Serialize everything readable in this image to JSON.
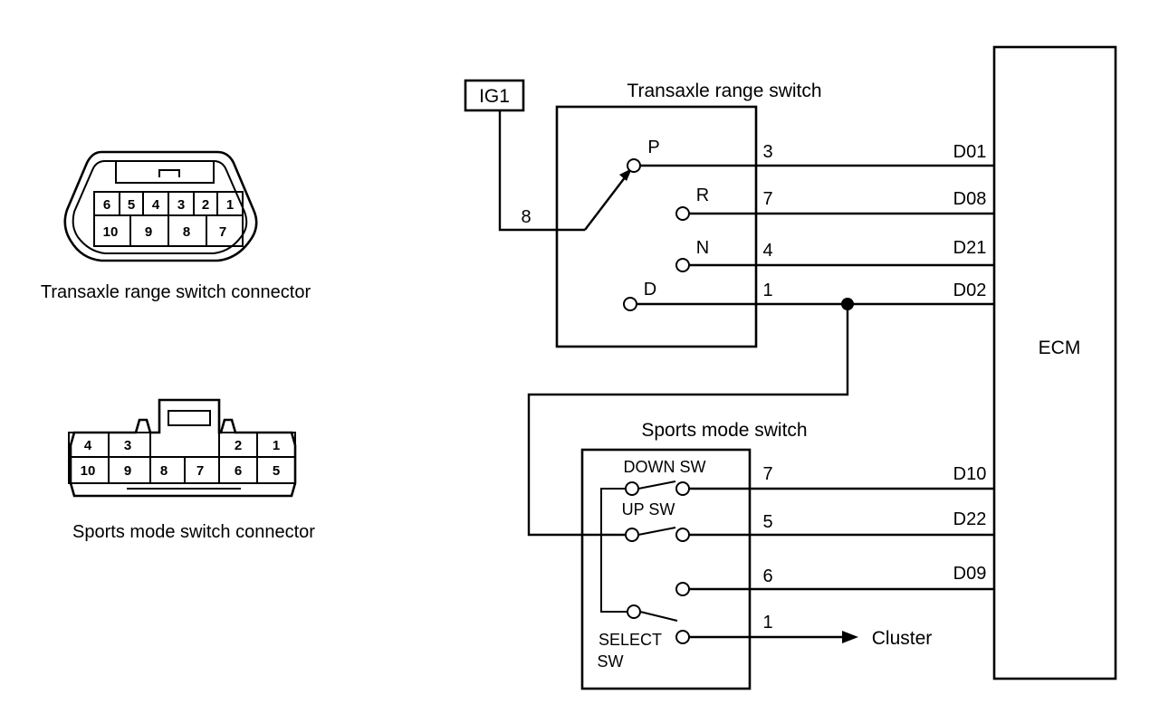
{
  "connectors": {
    "transaxle": {
      "caption": "Transaxle range switch connector",
      "pins_top": [
        "6",
        "5",
        "4",
        "3",
        "2",
        "1"
      ],
      "pins_bottom": [
        "10",
        "9",
        "8",
        "7"
      ]
    },
    "sports": {
      "caption": "Sports mode switch connector",
      "left_top": [
        "4",
        "3"
      ],
      "left_bottom": [
        "10",
        "9"
      ],
      "mid_bottom": [
        "8",
        "7"
      ],
      "right_top": [
        "2",
        "1"
      ],
      "right_bottom": [
        "6",
        "5"
      ]
    }
  },
  "power": {
    "label": "IG1",
    "pin": "8"
  },
  "range_switch": {
    "title": "Transaxle range switch",
    "positions": [
      {
        "label": "P",
        "pin": "3",
        "ecm": "D01"
      },
      {
        "label": "R",
        "pin": "7",
        "ecm": "D08"
      },
      {
        "label": "N",
        "pin": "4",
        "ecm": "D21"
      },
      {
        "label": "D",
        "pin": "1",
        "ecm": "D02"
      }
    ]
  },
  "sports_switch": {
    "title": "Sports mode switch",
    "down_label": "DOWN SW",
    "up_label": "UP SW",
    "select_label_1": "SELECT",
    "select_label_2": "SW",
    "pins": [
      {
        "pin": "7",
        "ecm": "D10"
      },
      {
        "pin": "5",
        "ecm": "D22"
      },
      {
        "pin": "6",
        "ecm": "D09"
      },
      {
        "pin": "1",
        "ecm": ""
      }
    ]
  },
  "ecm": {
    "label": "ECM"
  },
  "cluster": {
    "label": "Cluster"
  }
}
